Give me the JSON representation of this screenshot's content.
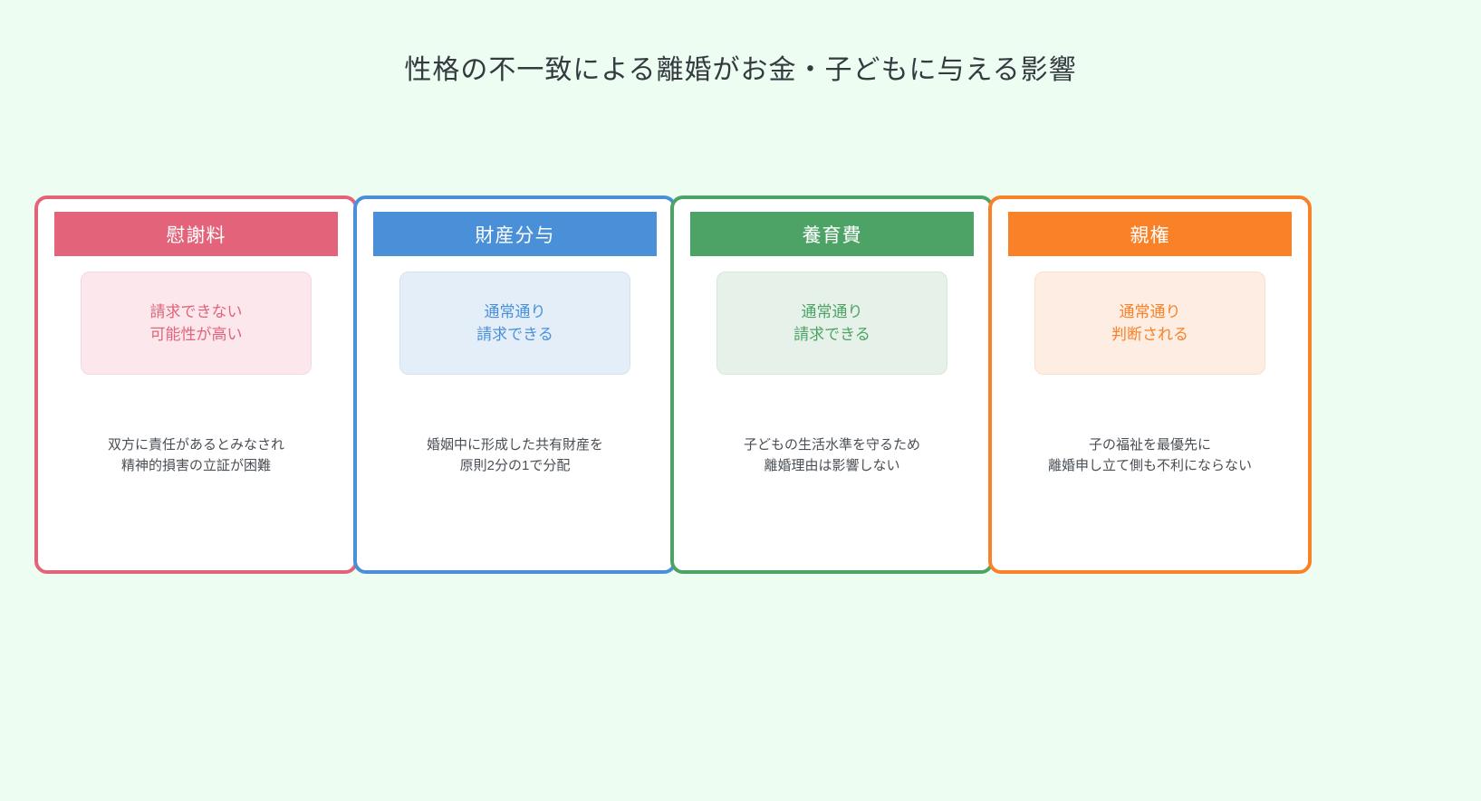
{
  "page": {
    "background_color": "#EDFDF1",
    "title": "性格の不一致による離婚がお金・子どもに与える影響"
  },
  "cards": [
    {
      "header": "慰謝料",
      "accent_color": "#E2637A",
      "badge_bg": "#FCE8EC",
      "badge": {
        "line1": "請求できない",
        "line2": "可能性が高い"
      },
      "desc": {
        "line1": "双方に責任があるとみなされ",
        "line2": "精神的損害の立証が困難"
      }
    },
    {
      "header": "財産分与",
      "accent_color": "#4A90D9",
      "badge_bg": "#E4EEF9",
      "badge": {
        "line1": "通常通り",
        "line2": "請求できる"
      },
      "desc": {
        "line1": "婚姻中に形成した共有財産を",
        "line2": "原則2分の1で分配"
      }
    },
    {
      "header": "養育費",
      "accent_color": "#4CA365",
      "badge_bg": "#E6F1E9",
      "badge": {
        "line1": "通常通り",
        "line2": "請求できる"
      },
      "desc": {
        "line1": "子どもの生活水準を守るため",
        "line2": "離婚理由は影響しない"
      }
    },
    {
      "header": "親権",
      "accent_color": "#F98128",
      "badge_bg": "#FDEDE2",
      "badge": {
        "line1": "通常通り",
        "line2": "判断される"
      },
      "desc": {
        "line1": "子の福祉を最優先に",
        "line2": "離婚申し立て側も不利にならない"
      }
    }
  ]
}
